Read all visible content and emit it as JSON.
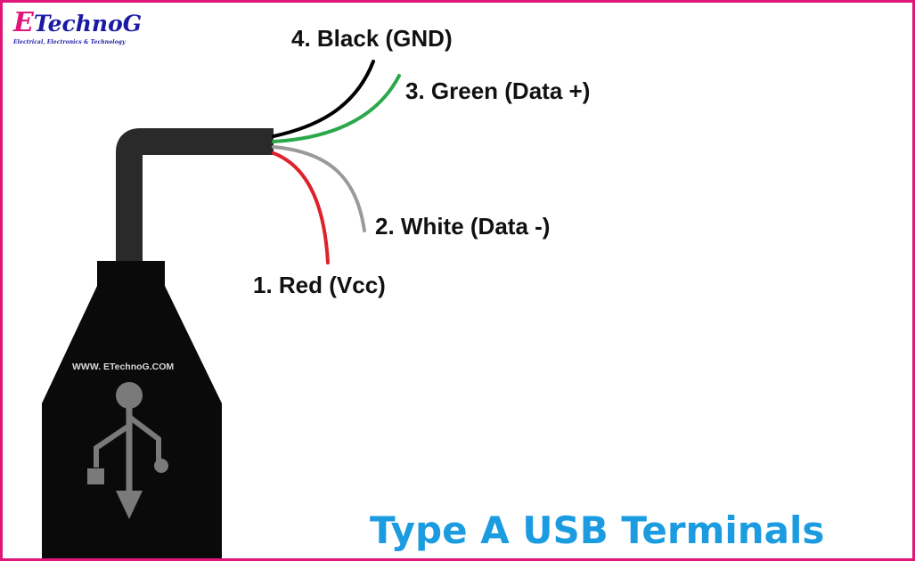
{
  "logo": {
    "initial": "E",
    "name": "TechnoG",
    "tagline": "Electrical, Electronics & Technology"
  },
  "wires": [
    {
      "label": "4. Black (GND)",
      "color": "#000000"
    },
    {
      "label": "3. Green (Data +)",
      "color": "#2aa84a"
    },
    {
      "label": "2. White (Data -)",
      "color": "#9a9a9a"
    },
    {
      "label": "1. Red (Vcc)",
      "color": "#e0202a"
    }
  ],
  "connector": {
    "watermark": "WWW. ETechnoG.COM",
    "symbol": "usb-icon",
    "body_color": "#0a0a0a",
    "cable_color": "#2a2a2a",
    "symbol_color": "#7a7a7a"
  },
  "title": "Type A USB Terminals",
  "colors": {
    "border": "#e0177a",
    "title": "#1b9be0",
    "logo_blue": "#1a1aa6",
    "logo_pink": "#e0177a"
  }
}
